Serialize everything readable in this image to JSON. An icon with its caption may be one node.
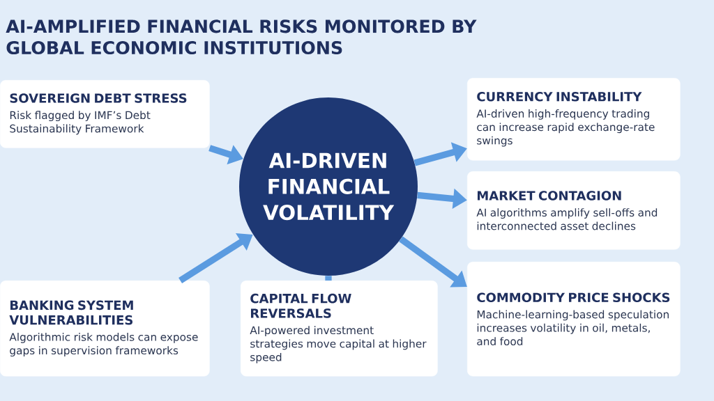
{
  "diagram": {
    "title": "AI-AMPLIFIED FINANCIAL RISKS MONITORED BY GLOBAL ECONOMIC INSTITUTIONS",
    "nodes": [
      {
        "text": [
          "AI-DRIVEN FINANCIAL VOLATILITY"
        ]
      },
      {
        "text": [
          "SOVEREIGN DEBT STRESS",
          "Risk flagged by IMF’s Debt Sustainability Framework"
        ]
      },
      {
        "text": [
          "BANKING SYSTEM VULNERABILITIES",
          "Algorithmic risk models can expose gaps in supervision frameworks"
        ]
      },
      {
        "text": [
          "CAPITAL FLOW REVERSALS",
          "AI-powered investment strategies move capital at higher speed"
        ]
      },
      {
        "text": [
          "CURRENCY INSTABILITY",
          "AI-driven high-frequency trading can increase rapid exchange-rate swings"
        ]
      },
      {
        "text": [
          "MARKET CONTAGION",
          "AI algorithms amplify sell-offs and interconnected asset declines"
        ]
      },
      {
        "text": [
          "COMMODITY PRICE SHOCKS",
          "Machine-learning-based speculation increases volatility in oil, metals, and food"
        ]
      }
    ],
    "edges": [
      {
        "from": 1,
        "to": 0,
        "arrow": "to"
      },
      {
        "from": 2,
        "to": 0,
        "arrow": "to"
      },
      {
        "from": 0,
        "to": 3,
        "arrow": "none"
      },
      {
        "from": 0,
        "to": 4,
        "arrow": "to"
      },
      {
        "from": 0,
        "to": 5,
        "arrow": "to"
      },
      {
        "from": 0,
        "to": 6,
        "arrow": "to"
      }
    ]
  }
}
